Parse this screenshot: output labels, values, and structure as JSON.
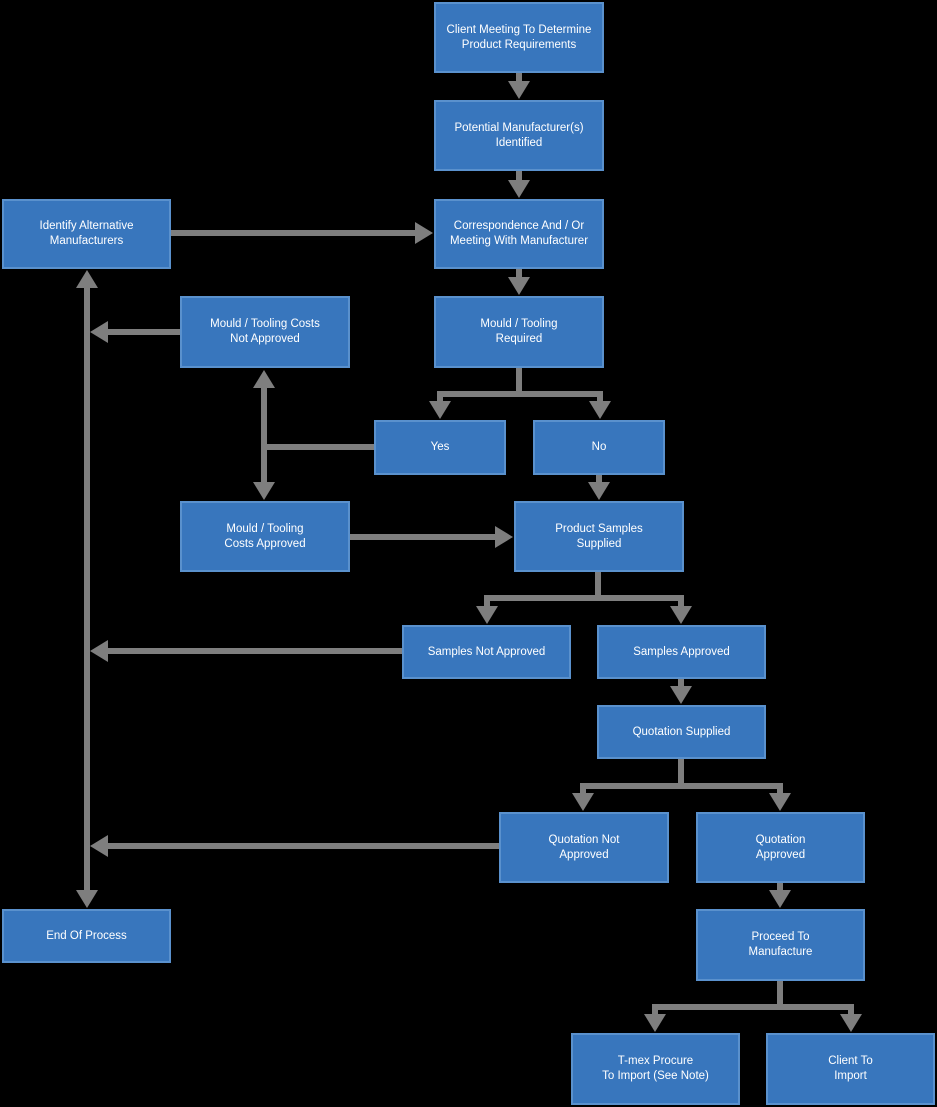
{
  "diagram": {
    "type": "flowchart",
    "background_color": "#000000",
    "node_fill_color": "#3876bd",
    "node_border_color": "#5a91cd",
    "node_text_color": "#ffffff",
    "connector_color": "#7e7e7e",
    "nodes": {
      "client_meeting": {
        "label": "Client Meeting To Determine\nProduct Requirements"
      },
      "potential_manufacturers": {
        "label": "Potential Manufacturer(s)\nIdentified"
      },
      "identify_alternative": {
        "label": "Identify Alternative\nManufacturers"
      },
      "correspondence": {
        "label": "Correspondence And / Or\nMeeting With Manufacturer"
      },
      "mould_not_approved": {
        "label": "Mould / Tooling Costs\nNot Approved"
      },
      "mould_required": {
        "label": "Mould / Tooling\nRequired"
      },
      "yes": {
        "label": "Yes"
      },
      "no": {
        "label": "No"
      },
      "mould_approved": {
        "label": "Mould / Tooling\nCosts Approved"
      },
      "product_samples": {
        "label": "Product Samples\nSupplied"
      },
      "samples_not_approved": {
        "label": "Samples Not Approved"
      },
      "samples_approved": {
        "label": "Samples Approved"
      },
      "quotation_supplied": {
        "label": "Quotation Supplied"
      },
      "quotation_not_approved": {
        "label": "Quotation Not\nApproved"
      },
      "quotation_approved": {
        "label": "Quotation\nApproved"
      },
      "end_of_process": {
        "label": "End Of Process"
      },
      "proceed_manufacture": {
        "label": "Proceed To\nManufacture"
      },
      "tmex_procure": {
        "label": "T-mex Procure\nTo Import (See Note)"
      },
      "client_import": {
        "label": "Client To\nImport"
      }
    },
    "edges": [
      {
        "from": "client_meeting",
        "to": "potential_manufacturers"
      },
      {
        "from": "potential_manufacturers",
        "to": "correspondence"
      },
      {
        "from": "identify_alternative",
        "to": "correspondence"
      },
      {
        "from": "correspondence",
        "to": "mould_required"
      },
      {
        "from": "mould_required",
        "to": "yes"
      },
      {
        "from": "mould_required",
        "to": "no"
      },
      {
        "from": "yes",
        "to": "mould_not_approved"
      },
      {
        "from": "yes",
        "to": "mould_approved"
      },
      {
        "from": "mould_not_approved",
        "to": "return_line"
      },
      {
        "from": "mould_approved",
        "to": "product_samples"
      },
      {
        "from": "no",
        "to": "product_samples"
      },
      {
        "from": "product_samples",
        "to": "samples_not_approved"
      },
      {
        "from": "product_samples",
        "to": "samples_approved"
      },
      {
        "from": "samples_not_approved",
        "to": "return_line"
      },
      {
        "from": "samples_approved",
        "to": "quotation_supplied"
      },
      {
        "from": "quotation_supplied",
        "to": "quotation_not_approved"
      },
      {
        "from": "quotation_supplied",
        "to": "quotation_approved"
      },
      {
        "from": "quotation_not_approved",
        "to": "return_line"
      },
      {
        "from": "quotation_approved",
        "to": "proceed_manufacture"
      },
      {
        "from": "return_line",
        "to": "identify_alternative"
      },
      {
        "from": "return_line",
        "to": "end_of_process"
      },
      {
        "from": "proceed_manufacture",
        "to": "tmex_procure"
      },
      {
        "from": "proceed_manufacture",
        "to": "client_import"
      }
    ]
  }
}
